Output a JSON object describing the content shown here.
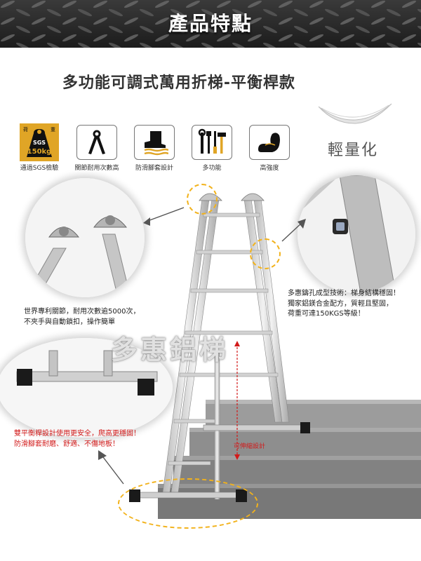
{
  "banner": {
    "title": "產品特點"
  },
  "subtitle": "多功能可調式萬用折梯-平衡桿款",
  "features": [
    {
      "label": "通過SGS檢驗",
      "icon": "sgs-weight-icon",
      "badge_top": "荷",
      "badge_top2": "重",
      "badge_brand": "SGS",
      "badge_value": "150kg"
    },
    {
      "label": "關節耐用次數高",
      "icon": "joint-icon"
    },
    {
      "label": "防滑腳套設計",
      "icon": "anti-slip-foot-icon"
    },
    {
      "label": "多功能",
      "icon": "tools-icon"
    },
    {
      "label": "高強度",
      "icon": "strength-arm-icon"
    }
  ],
  "lightweight": {
    "label": "輕量化",
    "icon": "feather-icon"
  },
  "callouts": {
    "hinge": "世界專利關節，耐用次數逾5000次，\n不夾手與自動鎖扣，操作簡單",
    "structure": "多惠鑄孔成型技術：梯身結構穩固！\n獨家鋁鎂合金配方，質輕且堅固，\n荷重可達150KGS等級！",
    "stabilizer": "雙平衡桿設計使用更安全，爬高更穩固！\n防滑腳套耐磨、舒適、不傷地板！"
  },
  "watermark": "多惠鋁梯",
  "extend_label": "可伸縮設計",
  "colors": {
    "banner": "#2a2a2a",
    "accent_red": "#d21a1a",
    "highlight": "#f2b21b",
    "sgs_gold": "#e0a526"
  }
}
